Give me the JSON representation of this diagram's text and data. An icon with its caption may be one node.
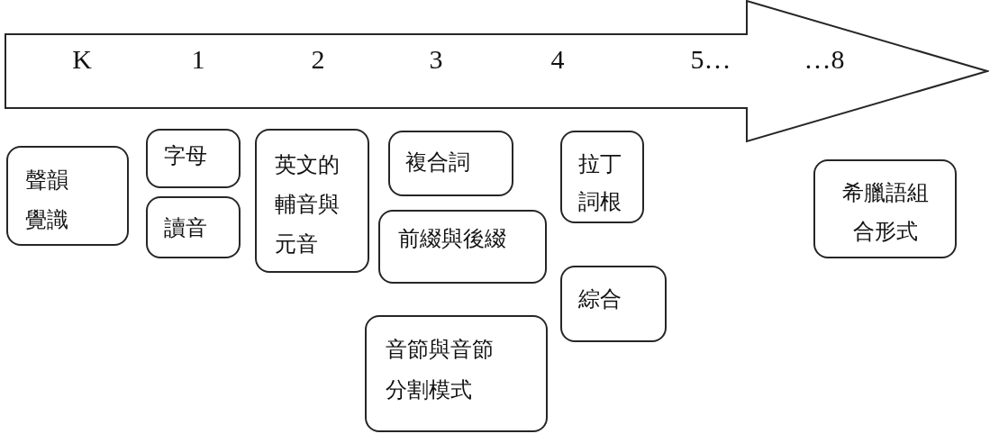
{
  "diagram": {
    "nodes": [
      {
        "text": [
          "K",
          "1",
          "2",
          "3",
          "4",
          "5…",
          "…8"
        ]
      },
      {
        "text": [
          "聲韻覺識"
        ]
      },
      {
        "text": [
          "字母"
        ]
      },
      {
        "text": [
          "讀音"
        ]
      },
      {
        "text": [
          "英文的輔音與元音"
        ]
      },
      {
        "text": [
          "複合詞"
        ]
      },
      {
        "text": [
          "前綴與後綴"
        ]
      },
      {
        "text": [
          "音節與音節分割模式"
        ]
      },
      {
        "text": [
          "拉丁詞根"
        ]
      },
      {
        "text": [
          "綜合"
        ]
      },
      {
        "text": [
          "希臘語組合形式"
        ]
      }
    ]
  }
}
